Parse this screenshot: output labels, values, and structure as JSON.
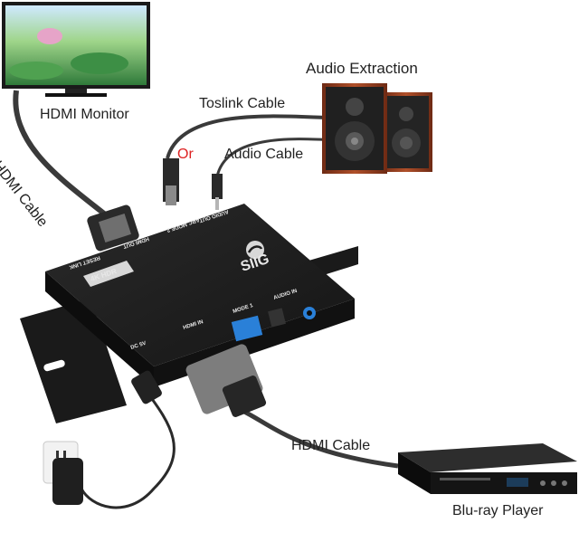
{
  "labels": {
    "hdmi_monitor": "HDMI Monitor",
    "hdmi_cable_left": "HDMI Cable",
    "toslink_cable": "Toslink Cable",
    "or": "Or",
    "audio_cable": "Audio Cable",
    "audio_extraction": "Audio Extraction",
    "hdmi_cable_bottom": "HDMI Cable",
    "bluray_player": "Blu-ray Player"
  },
  "device": {
    "brand": "SIIG",
    "badge": "4K HDR",
    "port_audio_out": "AUDIO OUT",
    "port_arc": "ARC",
    "port_mode2": "MODE 2",
    "port_hdmi_out": "HDMI OUT",
    "port_reset_link": "RESET LINK",
    "port_dc5v": "DC 5V",
    "port_hdmi_in": "HDMI IN",
    "port_mode1": "MODE 1",
    "port_audio_in": "AUDIO IN"
  },
  "colors": {
    "cable": "#3a3a3a",
    "device_body": "#1c1c1c",
    "speaker_wood": "#8b3a1e",
    "accent_red": "#dd2222"
  }
}
